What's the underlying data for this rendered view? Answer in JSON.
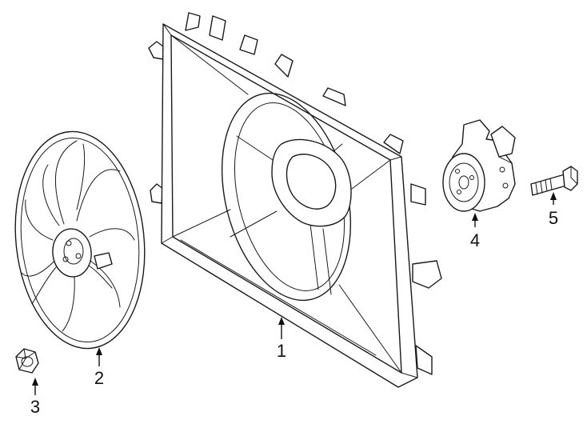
{
  "callouts": [
    {
      "id": "frame",
      "label": "1"
    },
    {
      "id": "fan-blade",
      "label": "2"
    },
    {
      "id": "nut",
      "label": "3"
    },
    {
      "id": "motor",
      "label": "4"
    },
    {
      "id": "bolt",
      "label": "5"
    }
  ],
  "colors": {
    "line": "#1a1a1a",
    "background": "#ffffff"
  }
}
